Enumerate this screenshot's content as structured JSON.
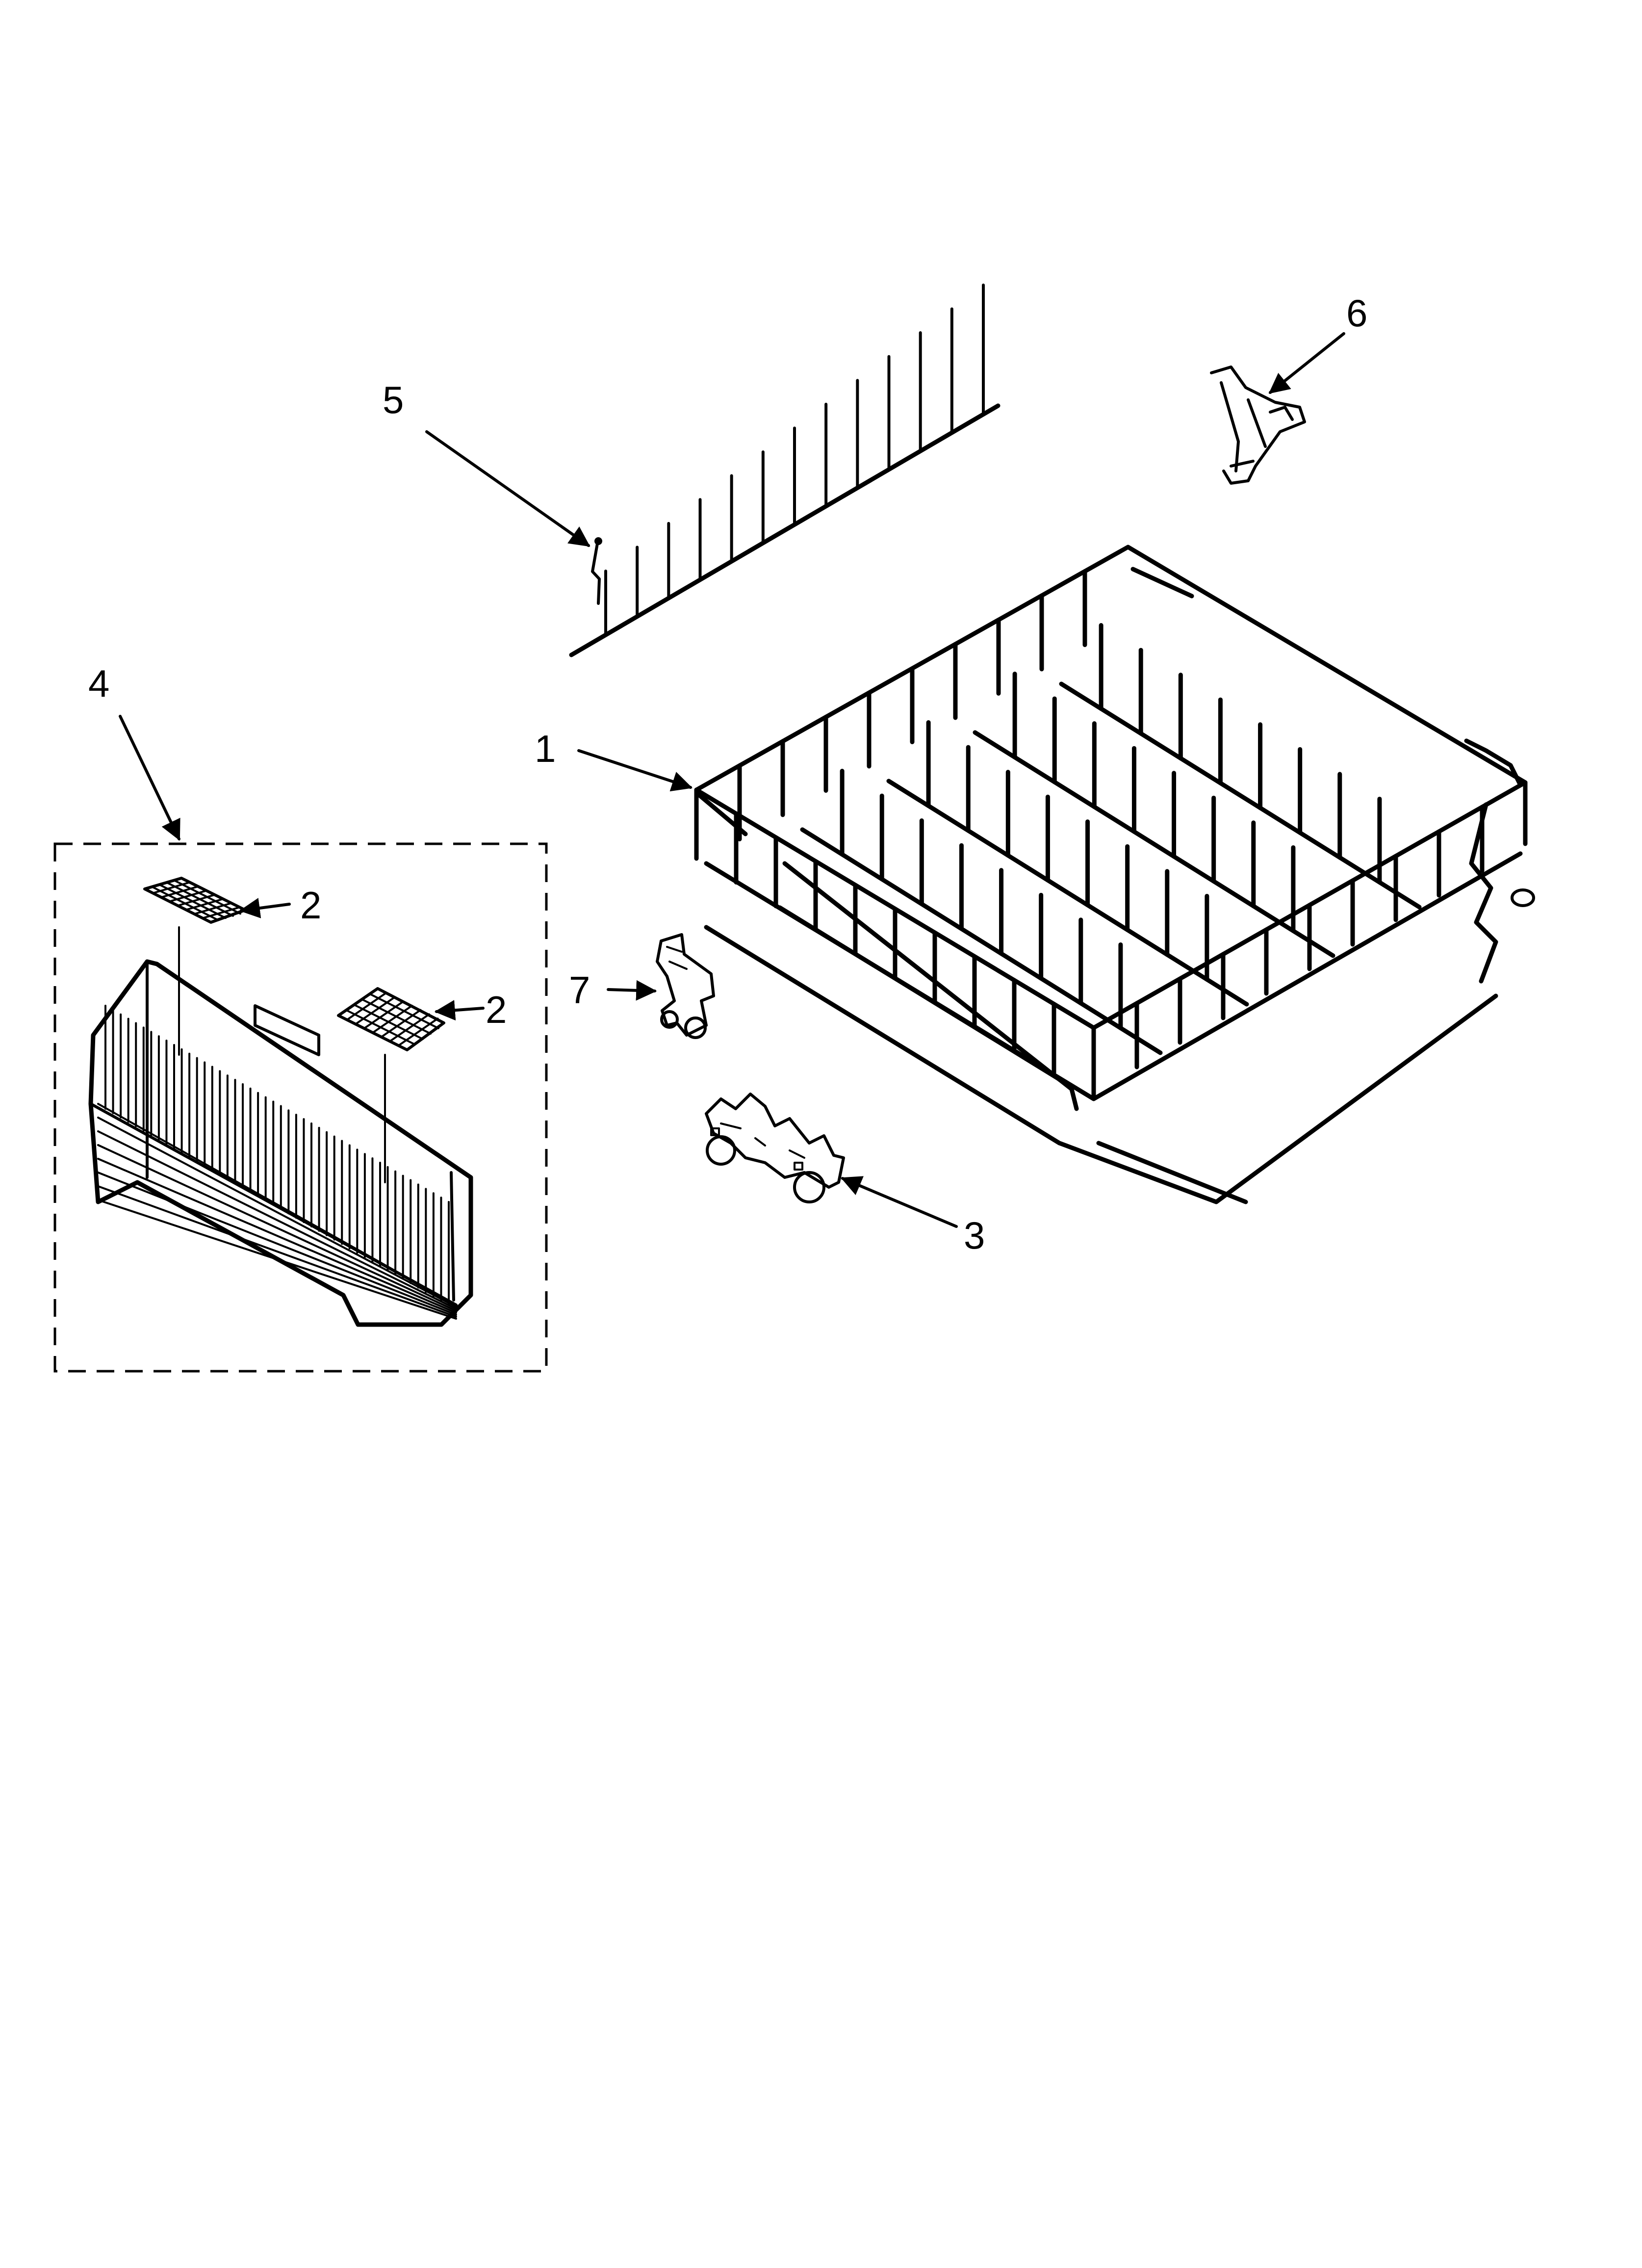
{
  "callouts": {
    "c1": "1",
    "c2a": "2",
    "c2b": "2",
    "c3": "3",
    "c4": "4",
    "c5": "5",
    "c6": "6",
    "c7": "7"
  },
  "colors": {
    "ink": "#000000",
    "background": "#ffffff"
  }
}
